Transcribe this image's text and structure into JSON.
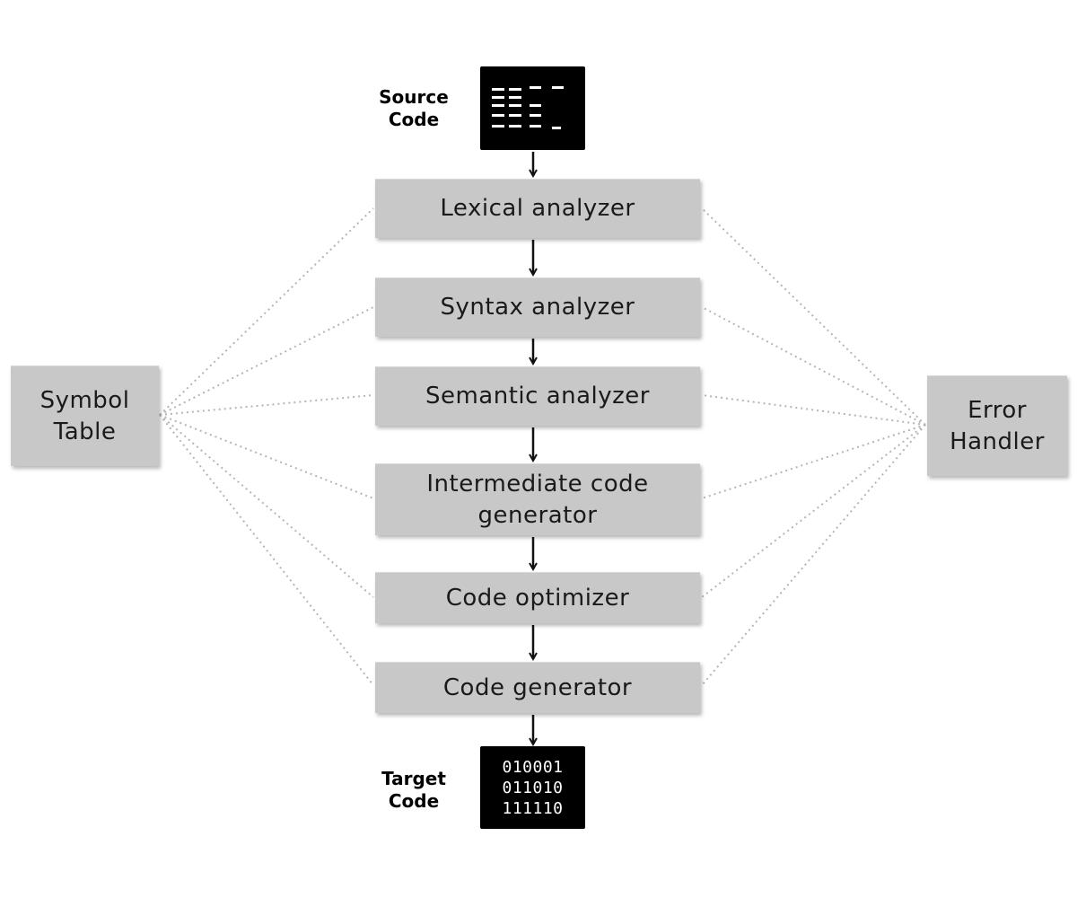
{
  "source": {
    "label_line1": "Source",
    "label_line2": "Code"
  },
  "target": {
    "label_line1": "Target",
    "label_line2": "Code",
    "code_lines": [
      "010001",
      "011010",
      "111110"
    ]
  },
  "phases": [
    {
      "line1": "Lexical analyzer"
    },
    {
      "line1": "Syntax analyzer"
    },
    {
      "line1": "Semantic analyzer"
    },
    {
      "line1": "Intermediate code",
      "line2": "generator"
    },
    {
      "line1": "Code optimizer"
    },
    {
      "line1": "Code generator"
    }
  ],
  "symbol_table": {
    "line1": "Symbol",
    "line2": "Table"
  },
  "error_handler": {
    "line1": "Error",
    "line2": "Handler"
  },
  "colors": {
    "box_fill": "#c8c8c8",
    "code_box_fill": "#000000",
    "arrow": "#111111",
    "dotted_line": "#b5b5b5"
  }
}
